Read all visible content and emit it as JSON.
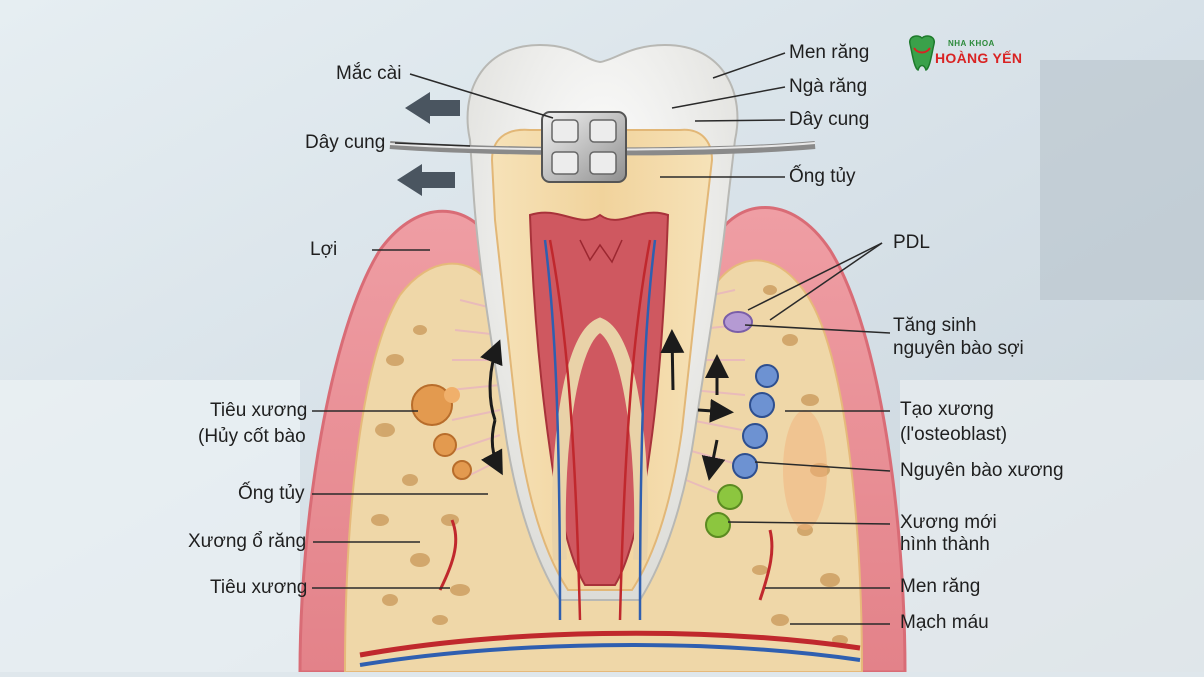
{
  "logo": {
    "top_text": "NHA KHOA",
    "brand": "HOÀNG YẾN",
    "icon": "tooth-icon"
  },
  "labels_left": {
    "mac_cai": "Mắc cài",
    "day_cung": "Dây cung",
    "loi": "Lợi",
    "tieu_xuong_1": "Tiêu xương",
    "huy_cot_bao": "(Hủy cốt bào",
    "ong_tuy": "Ống tủy",
    "xuong_o_rang": "Xương ổ răng",
    "tieu_xuong_2": "Tiêu xương"
  },
  "labels_right": {
    "men_rang_1": "Men răng",
    "nga_rang": "Ngà răng",
    "day_cung": "Dây cung",
    "ong_tuy": "Ống tủy",
    "pdl": "PDL",
    "tang_sinh_1": "Tăng sinh",
    "tang_sinh_2": "nguyên bào sợi",
    "tao_xuong_1": "Tạo xương",
    "tao_xuong_2": "(l'osteoblast)",
    "nguyen_bao_xuong": "Nguyên bào xương",
    "xuong_moi_1": "Xương mới",
    "xuong_moi_2": "hình thành",
    "men_rang_2": "Men răng",
    "mach_mau": "Mạch máu"
  },
  "colors": {
    "gum": "#e88f96",
    "bone": "#efd7a8",
    "enamel": "#f4f4f2",
    "dentin": "#f3d9a7",
    "pulp": "#c9434a",
    "osteoblast": "#5f86c9",
    "new_bone": "#8cc63f",
    "vessel_red": "#c0282d",
    "vessel_blue": "#2f5fb0"
  }
}
